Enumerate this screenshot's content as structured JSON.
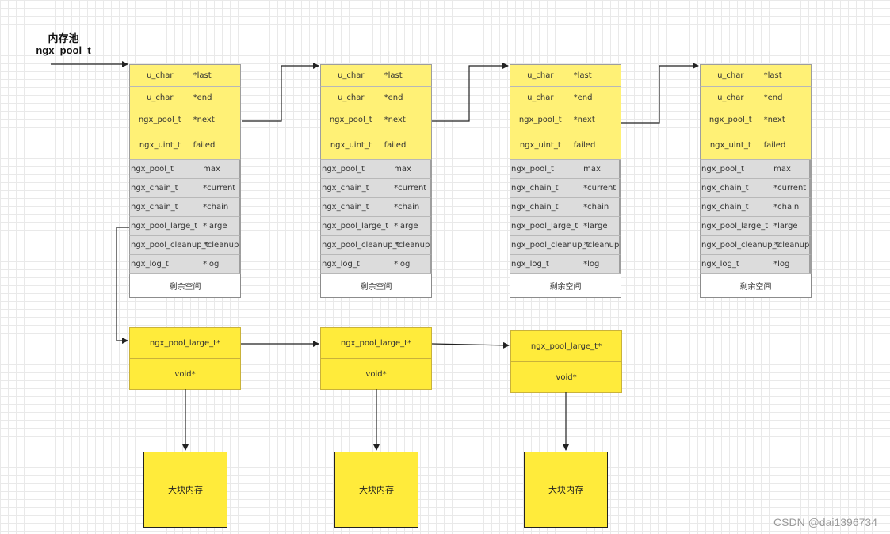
{
  "title": {
    "line1": "内存池",
    "line2": "ngx_pool_t"
  },
  "pool_fields": {
    "header": [
      {
        "type": "u_char",
        "name": "*last"
      },
      {
        "type": "u_char",
        "name": "*end"
      },
      {
        "type": "ngx_pool_t",
        "name": "*next"
      },
      {
        "type": "ngx_uint_t",
        "name": "failed"
      }
    ],
    "body": [
      {
        "type": "ngx_pool_t",
        "name": "max"
      },
      {
        "type": "ngx_chain_t",
        "name": "*current"
      },
      {
        "type": "ngx_chain_t",
        "name": "*chain"
      },
      {
        "type": "ngx_pool_large_t",
        "name": "*large"
      },
      {
        "type": "ngx_pool_cleanup_t",
        "name": "*cleanup"
      },
      {
        "type": "ngx_log_t",
        "name": "*log"
      }
    ],
    "free_space": "剩余空间"
  },
  "large_node": {
    "next": "ngx_pool_large_t*",
    "alloc": "void*"
  },
  "big_block_label": "大块内存",
  "watermark": "CSDN @dai1396734",
  "colors": {
    "header": "#fff176",
    "body": "#dcdcdc",
    "large": "#ffeb3b",
    "block": "#ffeb3b"
  }
}
